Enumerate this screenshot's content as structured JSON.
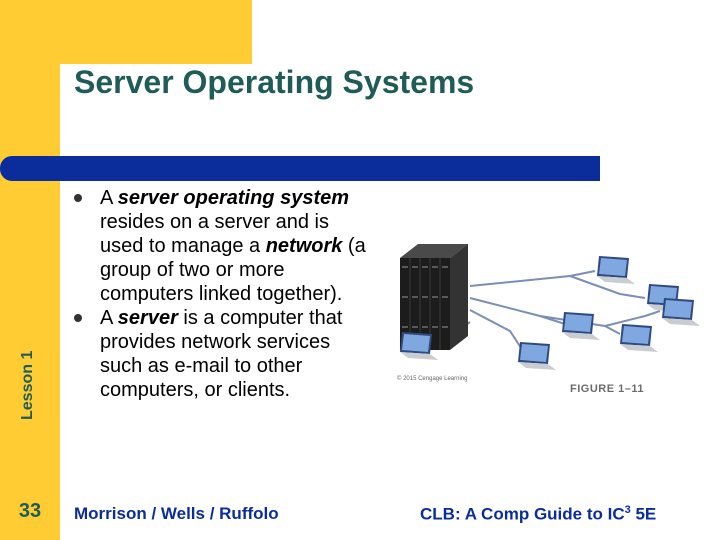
{
  "slide": {
    "title": "Server Operating Systems",
    "lesson_label": "Lesson 1",
    "page_number": "33"
  },
  "bullets": [
    {
      "parts": [
        {
          "text": "A ",
          "emphasis": false
        },
        {
          "text": "server operating system",
          "emphasis": true
        },
        {
          "text": " resides on a server and is used to manage a ",
          "emphasis": false
        },
        {
          "text": "network",
          "emphasis": true
        },
        {
          "text": " (a group of two or more computers linked together).",
          "emphasis": false
        }
      ]
    },
    {
      "parts": [
        {
          "text": "A ",
          "emphasis": false
        },
        {
          "text": "server",
          "emphasis": true
        },
        {
          "text": " is a computer that provides network services such as e-mail to other computers, or clients.",
          "emphasis": false
        }
      ]
    }
  ],
  "figure": {
    "credit": "© 2015 Cengage Learning",
    "caption": "FIGURE 1–11",
    "icons": [
      "server-rack-icon",
      "laptop-icon"
    ]
  },
  "footer": {
    "authors": "Morrison / Wells / Ruffolo",
    "book_prefix": "CLB: A Comp Guide to IC",
    "book_superscript": "3",
    "book_suffix": " 5E"
  },
  "colors": {
    "accent_yellow": "#FFCC33",
    "rule_blue": "#0B2D9C",
    "title_green": "#1F5C57"
  }
}
